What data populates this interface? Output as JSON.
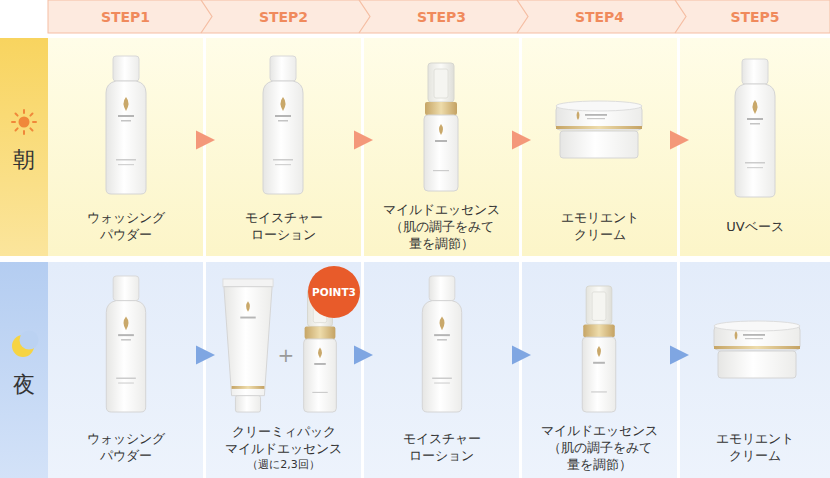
{
  "diagram": {
    "nodes": [
      {
        "text": [
          "STEP1"
        ]
      },
      {
        "text": [
          "STEP2"
        ]
      },
      {
        "text": [
          "STEP3"
        ]
      },
      {
        "text": [
          "STEP4"
        ]
      },
      {
        "text": [
          "STEP5"
        ]
      },
      {
        "text": [
          "朝"
        ]
      },
      {
        "text": [
          "ウォッシング パウダー"
        ]
      },
      {
        "text": [
          "モイスチャー ローション"
        ]
      },
      {
        "text": [
          "マイルドエッセンス （肌の調子をみて 量を調節）"
        ]
      },
      {
        "text": [
          "エモリエント クリーム"
        ]
      },
      {
        "text": [
          "UVベース"
        ]
      },
      {
        "text": [
          "夜"
        ]
      },
      {
        "text": [
          "ウォッシング パウダー"
        ]
      },
      {
        "text": [
          "クリーミィパック マイルドエッセンス",
          "（週に2,3回）"
        ]
      },
      {
        "text": [
          "モイスチャー ローション"
        ]
      },
      {
        "text": [
          "マイルドエッセンス （肌の調子をみて 量を調節）"
        ]
      },
      {
        "text": [
          "エモリエント クリーム"
        ]
      },
      {
        "text": [
          "POINT3"
        ],
        "in": 13
      }
    ],
    "edges": [
      {
        "from": 6,
        "to": 7,
        "arrow": "to"
      },
      {
        "from": 7,
        "to": 8,
        "arrow": "to"
      },
      {
        "from": 8,
        "to": 9,
        "arrow": "to"
      },
      {
        "from": 9,
        "to": 10,
        "arrow": "to"
      },
      {
        "from": 12,
        "to": 13,
        "arrow": "to"
      },
      {
        "from": 13,
        "to": 14,
        "arrow": "to"
      },
      {
        "from": 14,
        "to": 15,
        "arrow": "to"
      },
      {
        "from": 15,
        "to": 16,
        "arrow": "to"
      }
    ],
    "labels": [
      "+"
    ]
  }
}
